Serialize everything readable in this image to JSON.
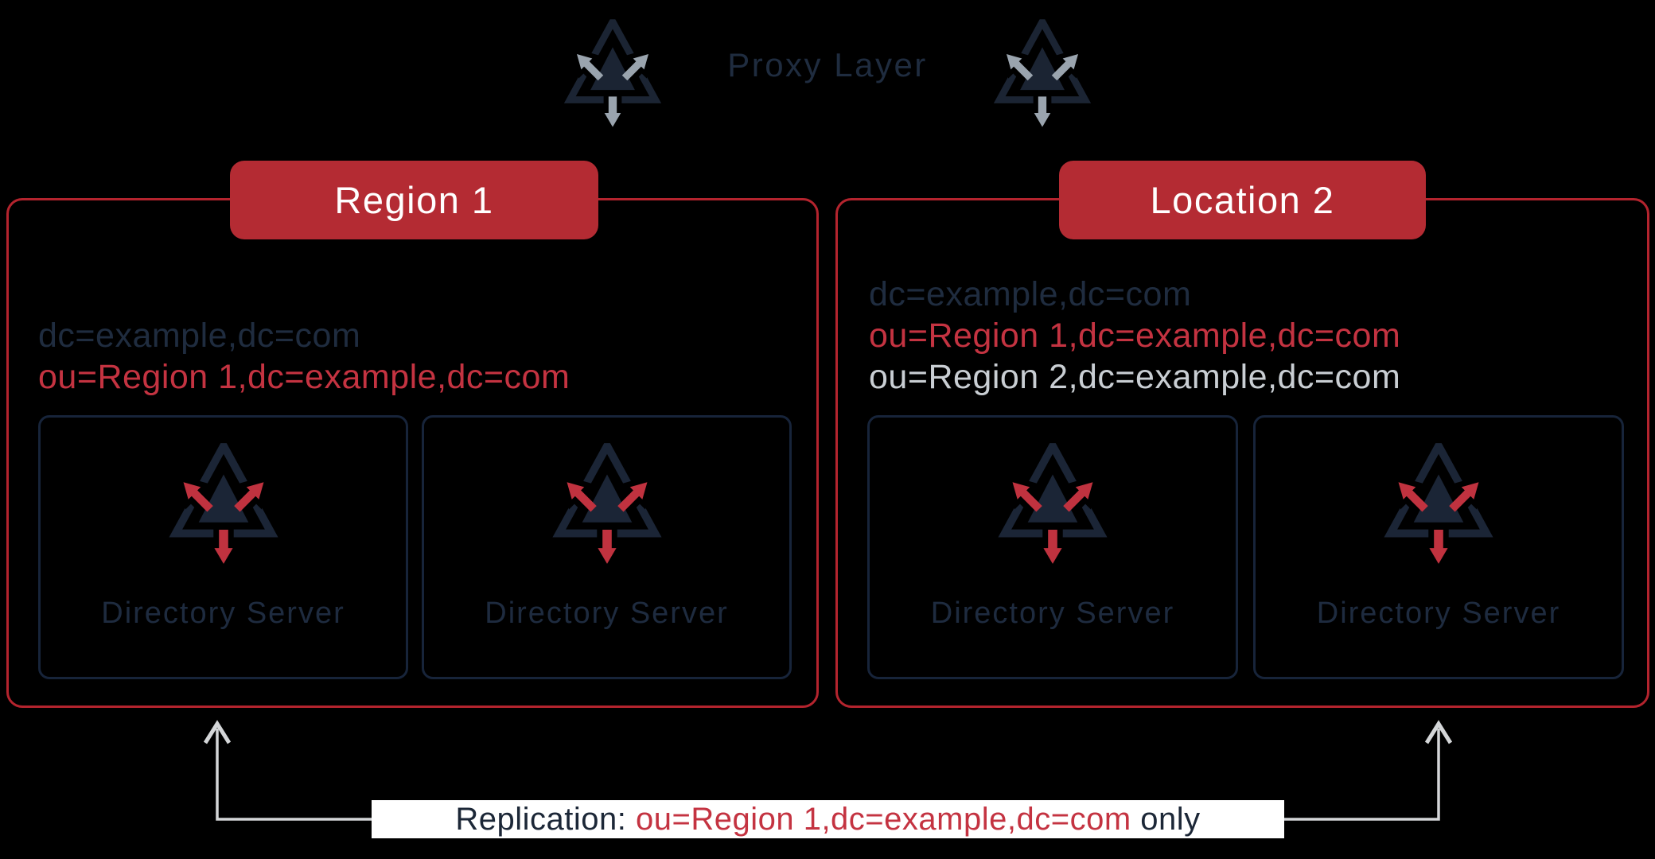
{
  "proxy": {
    "label": "Proxy Layer"
  },
  "regions": [
    {
      "badge": "Region 1",
      "dns": [
        {
          "text": "dc=example,dc=com",
          "tone": "navy"
        },
        {
          "text": "ou=Region 1,dc=example,dc=com",
          "tone": "red"
        }
      ],
      "servers": [
        {
          "label": "Directory Server"
        },
        {
          "label": "Directory Server"
        }
      ]
    },
    {
      "badge": "Location 2",
      "dns": [
        {
          "text": "dc=example,dc=com",
          "tone": "navy"
        },
        {
          "text": "ou=Region 1,dc=example,dc=com",
          "tone": "red"
        },
        {
          "text": "ou=Region 2,dc=example,dc=com",
          "tone": "gray"
        }
      ],
      "servers": [
        {
          "label": "Directory Server"
        },
        {
          "label": "Directory Server"
        }
      ]
    }
  ],
  "replication": {
    "prefix": "Replication: ",
    "dn": "ou=Region 1,dc=example,dc=com",
    "suffix": " only"
  },
  "icons": {
    "proxy": "proxy-triangle-arrows-icon",
    "directory": "directory-server-triangle-arrows-icon",
    "connector": "arrow-up-icon"
  },
  "colors": {
    "background": "#000000",
    "navy_shape": "#1b2536",
    "navy_text": "#1f2c3f",
    "red_badge": "#b42b33",
    "red_border": "#b4242e",
    "red_text": "#c43341",
    "gray_text": "#c9ced3",
    "proxy_arrow_gray": "#9aa4ae",
    "connector_gray": "#d4d6d8",
    "banner_bg": "#ffffff",
    "banner_text": "#1c2737"
  }
}
